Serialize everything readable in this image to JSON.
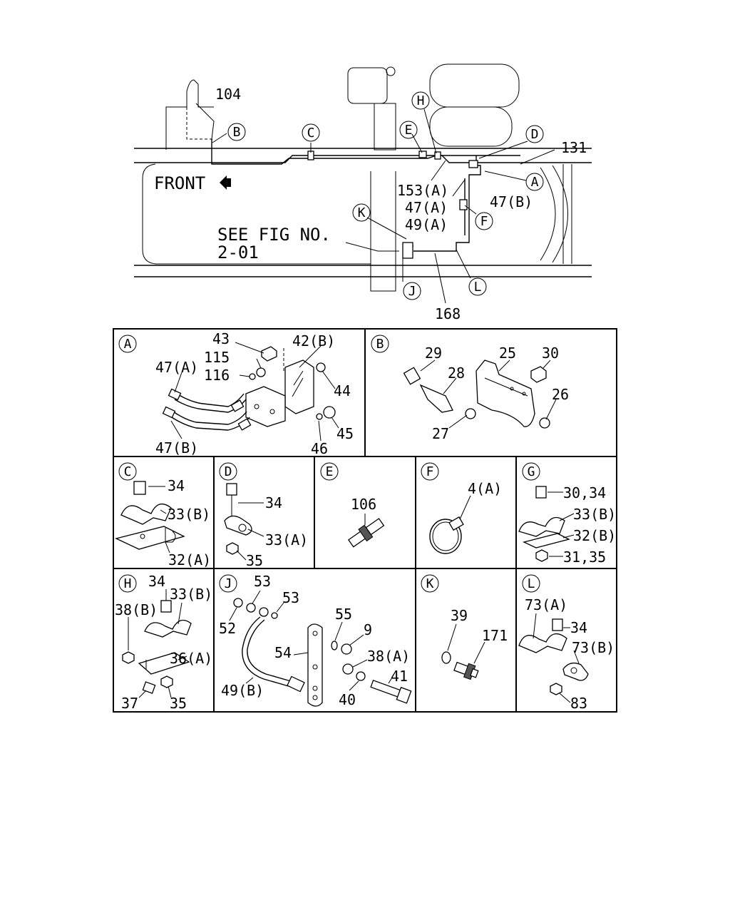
{
  "overview": {
    "front_label": "FRONT",
    "see_fig": [
      "SEE FIG NO.",
      "2-01"
    ],
    "part_numbers": [
      "104",
      "131",
      "153(A)",
      "47(A)",
      "49(A)",
      "47(B)",
      "168"
    ],
    "callouts": [
      "A",
      "B",
      "C",
      "D",
      "E",
      "F",
      "H",
      "J",
      "K",
      "L"
    ]
  },
  "panels": {
    "A": {
      "letter": "A",
      "parts": [
        "43",
        "42(B)",
        "115",
        "116",
        "47(A)",
        "44",
        "45",
        "46",
        "47(B)"
      ]
    },
    "B": {
      "letter": "B",
      "parts": [
        "29",
        "25",
        "30",
        "28",
        "26",
        "27"
      ]
    },
    "C": {
      "letter": "C",
      "parts": [
        "34",
        "33(B)",
        "32(A)"
      ]
    },
    "D": {
      "letter": "D",
      "parts": [
        "34",
        "33(A)",
        "35"
      ]
    },
    "E": {
      "letter": "E",
      "parts": [
        "106"
      ]
    },
    "F": {
      "letter": "F",
      "parts": [
        "4(A)"
      ]
    },
    "G": {
      "letter": "G",
      "parts": [
        "30,34",
        "33(B)",
        "32(B)",
        "31,35"
      ]
    },
    "H": {
      "letter": "H",
      "parts": [
        "34",
        "33(B)",
        "38(B)",
        "36(A)",
        "37",
        "35"
      ]
    },
    "J": {
      "letter": "J",
      "parts": [
        "53",
        "53",
        "52",
        "55",
        "9",
        "54",
        "38(A)",
        "41",
        "49(B)",
        "40"
      ]
    },
    "K": {
      "letter": "K",
      "parts": [
        "39",
        "171"
      ]
    },
    "L": {
      "letter": "L",
      "parts": [
        "73(A)",
        "34",
        "73(B)",
        "83"
      ]
    }
  }
}
